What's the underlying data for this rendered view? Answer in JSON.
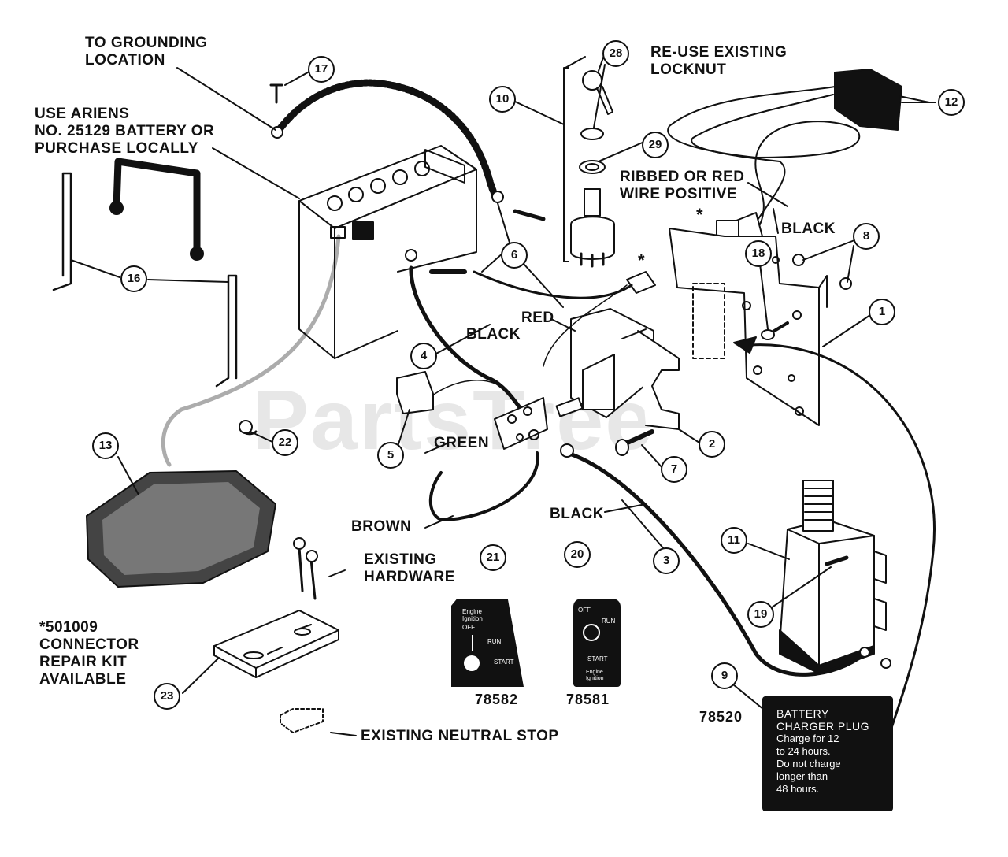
{
  "labels": {
    "grounding": "TO GROUNDING\nLOCATION",
    "battery_note": "USE ARIENS\nNO. 25129 BATTERY OR\nPURCHASE LOCALLY",
    "reuse_locknut": "RE-USE EXISTING\nLOCKNUT",
    "ribbed_wire": "RIBBED OR RED\nWIRE POSITIVE",
    "black_top": "BLACK",
    "black_mid": "BLACK",
    "red": "RED",
    "green": "GREEN",
    "brown": "BROWN",
    "black_low": "BLACK",
    "existing_hardware": "EXISTING\nHARDWARE",
    "connector_kit": "*501009\nCONNECTOR\nREPAIR KIT\nAVAILABLE",
    "neutral_stop": "EXISTING NEUTRAL STOP",
    "star_top": "*",
    "star_mid": "*"
  },
  "callouts": {
    "c17": "17",
    "c28": "28",
    "c10": "10",
    "c29": "29",
    "c12": "12",
    "c16": "16",
    "c6": "6",
    "c8": "8",
    "c18": "18",
    "c1": "1",
    "c4": "4",
    "c5": "5",
    "c22": "22",
    "c13": "13",
    "c2": "2",
    "c7": "7",
    "c3": "3",
    "c11": "11",
    "c19": "19",
    "c21": "21",
    "c20": "20",
    "c9": "9",
    "c23": "23"
  },
  "decals": {
    "d21": {
      "part_no": "78582",
      "engine_ignition": "Engine\nIgnition",
      "off": "OFF",
      "run": "RUN",
      "start": "START"
    },
    "d20": {
      "part_no": "78581",
      "off": "OFF",
      "run": "RUN",
      "start": "START",
      "engine_ignition": "Engine\nIgnition"
    },
    "charger": {
      "part_no": "78520",
      "title": "BATTERY\nCHARGER PLUG",
      "text": "Charge for 12\nto 24 hours.\nDo not charge\nlonger than\n48 hours."
    }
  },
  "watermark": "PartsTree",
  "colors": {
    "ink": "#111111",
    "paper": "#ffffff",
    "watermark": "#aaaaaa"
  }
}
